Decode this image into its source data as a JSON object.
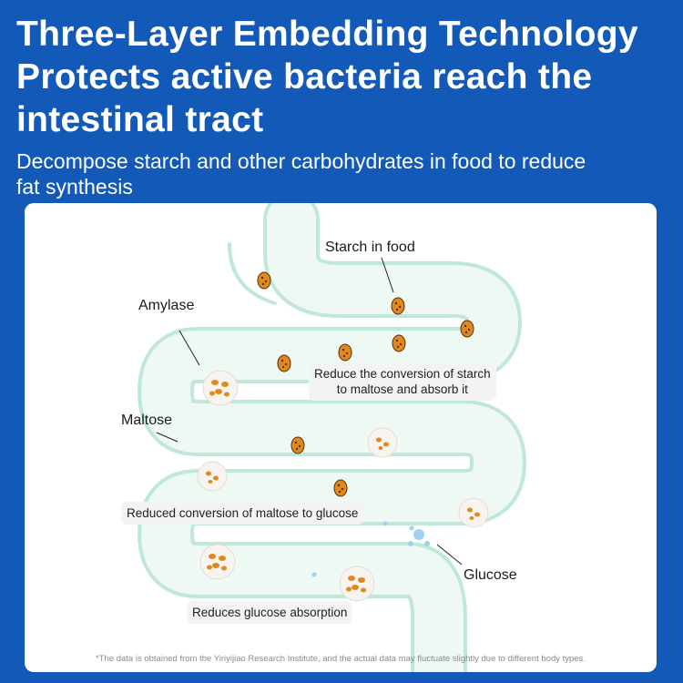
{
  "header": {
    "title_line1": "Three-Layer Embedding Technology",
    "title_line2": "Protects active bacteria reach the",
    "title_line3": "intestinal tract",
    "subtitle_line1": "Decompose starch and other carbohydrates in food to reduce",
    "subtitle_line2": "fat synthesis"
  },
  "diagram": {
    "labels": {
      "starch": "Starch in food",
      "amylase": "Amylase",
      "maltose": "Maltose",
      "glucose": "Glucose"
    },
    "callouts": {
      "reduce_starch_line1": "Reduce the conversion of starch",
      "reduce_starch_line2": "to maltose and absorb it",
      "reduced_maltose": "Reduced conversion of maltose to glucose",
      "reduces_glucose": "Reduces glucose absorption"
    },
    "footnote": "*The data is obtained from the Yiriyijiao Research Institute, and the actual data may fluctuate slightly due to different body types."
  },
  "colors": {
    "background": "#1259b8",
    "intestine_outline": "#bfe8d8",
    "intestine_fill": "#eef9f4",
    "starch_granule": "#e08a1e",
    "granule_dot": "#5a2c08"
  },
  "icons": [
    "starch-granule-icon",
    "amylase-cluster-icon",
    "glucose-molecule-icon"
  ]
}
